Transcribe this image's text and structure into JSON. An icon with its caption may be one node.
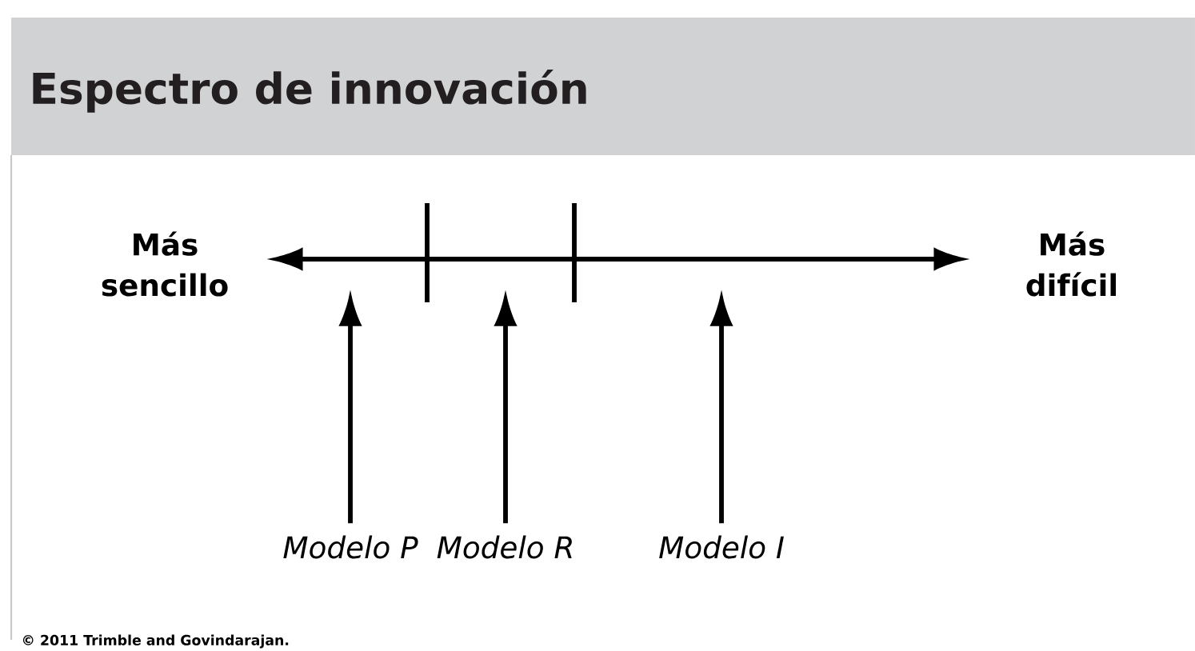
{
  "diagram": {
    "title": "Espectro de innovación",
    "nodes": [
      {
        "text": [
          "Más sencillo"
        ]
      },
      {
        "text": [
          "Más difícil"
        ]
      },
      {
        "text": [
          "Modelo P"
        ]
      },
      {
        "text": [
          "Modelo R"
        ]
      },
      {
        "text": [
          "Modelo I"
        ]
      }
    ],
    "edges": [
      {
        "from": 0,
        "to": 1,
        "arrow": "both"
      },
      {
        "from": 2,
        "to": null,
        "arrow": "to"
      },
      {
        "from": 3,
        "to": null,
        "arrow": "to"
      },
      {
        "from": 4,
        "to": null,
        "arrow": "to"
      }
    ],
    "labels": [
      "© 2011 Trimble and Govindarajan."
    ]
  }
}
